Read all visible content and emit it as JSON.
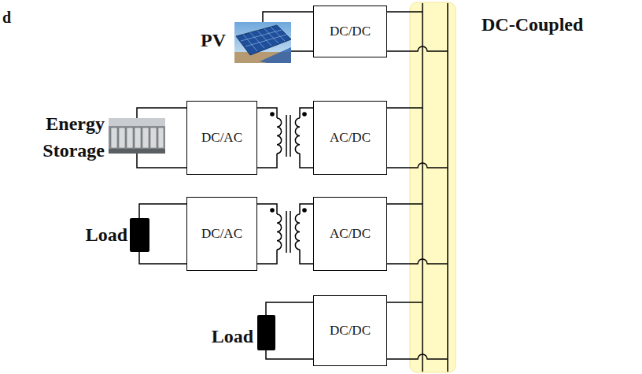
{
  "diagram": {
    "nodes": [
      {
        "text": [
          "DC/DC"
        ]
      },
      {
        "text": [
          "DC/AC"
        ]
      },
      {
        "text": [
          "AC/DC"
        ]
      },
      {
        "text": [
          "DC/AC"
        ]
      },
      {
        "text": [
          "AC/DC"
        ]
      },
      {
        "text": [
          "DC/DC"
        ]
      }
    ],
    "edges": [
      {
        "from": 1,
        "to": 2,
        "arrow": "none"
      },
      {
        "from": 3,
        "to": 4,
        "arrow": "none"
      }
    ],
    "labels": [
      "d",
      "PV",
      "DC-Coupled",
      "Energy Storage",
      "Load",
      "Load"
    ]
  }
}
